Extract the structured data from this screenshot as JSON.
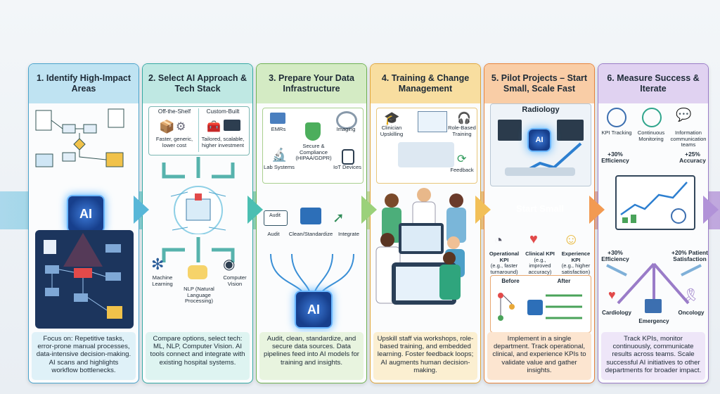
{
  "steps": [
    {
      "title": "1. Identify High-Impact Areas",
      "footer": "Focus on: Repetitive tasks, error-prone manual processes, data-intensive decision-making. AI scans and highlights workflow bottlenecks.",
      "chip": "AI"
    },
    {
      "title": "2. Select AI Approach & Tech Stack",
      "footer": "Compare options, select tech: ML, NLP, Computer Vision. AI tools connect and integrate with existing hospital systems.",
      "off_shelf": "Off-the-Shelf",
      "custom": "Custom-Built",
      "off_shelf_desc": "Faster, generic, lower cost",
      "custom_desc": "Tailored, scalable, higher investment",
      "ml": "Machine Learning",
      "nlp_short": "NLP",
      "nlp": "NLP (Natural Language Processing)",
      "cv": "Computer Vision"
    },
    {
      "title": "3. Prepare Your Data Infrastructure",
      "footer": "Audit, clean, standardize, and secure data sources. Data pipelines feed into AI models for training and insights.",
      "emrs": "EMRs",
      "imaging": "Imaging",
      "secure": "Secure & Compliance (HIPAA/GDPR)",
      "lab": "Lab Systems",
      "iot": "IoT Devices",
      "audit": "Audit",
      "clean": "Clean/Standardize",
      "integrate": "Integrate",
      "chip": "AI"
    },
    {
      "title": "4. Training & Change Management",
      "footer": "Upskill staff via workshops, role-based training, and embedded learning. Foster feedback loops; AI augments human decision-making.",
      "clinician": "Clinician Upskilling",
      "role": "Role-Based Training",
      "feedback": "Feedback"
    },
    {
      "title": "5. Pilot Projects – Start Small, Scale Fast",
      "footer": "Implement in a single department. Track operational, clinical, and experience KPIs to validate value and gather insights.",
      "dept": "Radiology",
      "start_small": "Start Small",
      "op_kpi": "Operational KPI",
      "op_kpi_eg": "(e.g., faster turnaround)",
      "cl_kpi": "Clinical KPI",
      "cl_kpi_eg": "(e.g., improved accuracy)",
      "ex_kpi": "Experience KPI",
      "ex_kpi_eg": "(e.g., higher satisfaction)",
      "before": "Before",
      "after": "After",
      "chip": "AI"
    },
    {
      "title": "6. Measure Success & Iterate",
      "footer": "Track KPIs, monitor continuously, communicate results across teams. Scale successful AI initiatives to other departments for broader impact.",
      "kpi_tracking": "KPI Tracking",
      "monitoring": "Continuous Monitoring",
      "info_comm": "Information communication teams",
      "eff1": "+30% Efficiency",
      "acc": "+25% Accuracy",
      "eff2": "+30% Efficiency",
      "sat": "+20% Patient Satisfaction",
      "cardiology": "Cardiology",
      "emergency": "Emergency",
      "oncology": "Oncology"
    }
  ],
  "colors": {
    "step1": "#4aa3cc",
    "step2": "#35a9a4",
    "step3": "#6fb252",
    "step4": "#e2a63a",
    "step5": "#e8843c",
    "step6": "#9a7cc8"
  }
}
